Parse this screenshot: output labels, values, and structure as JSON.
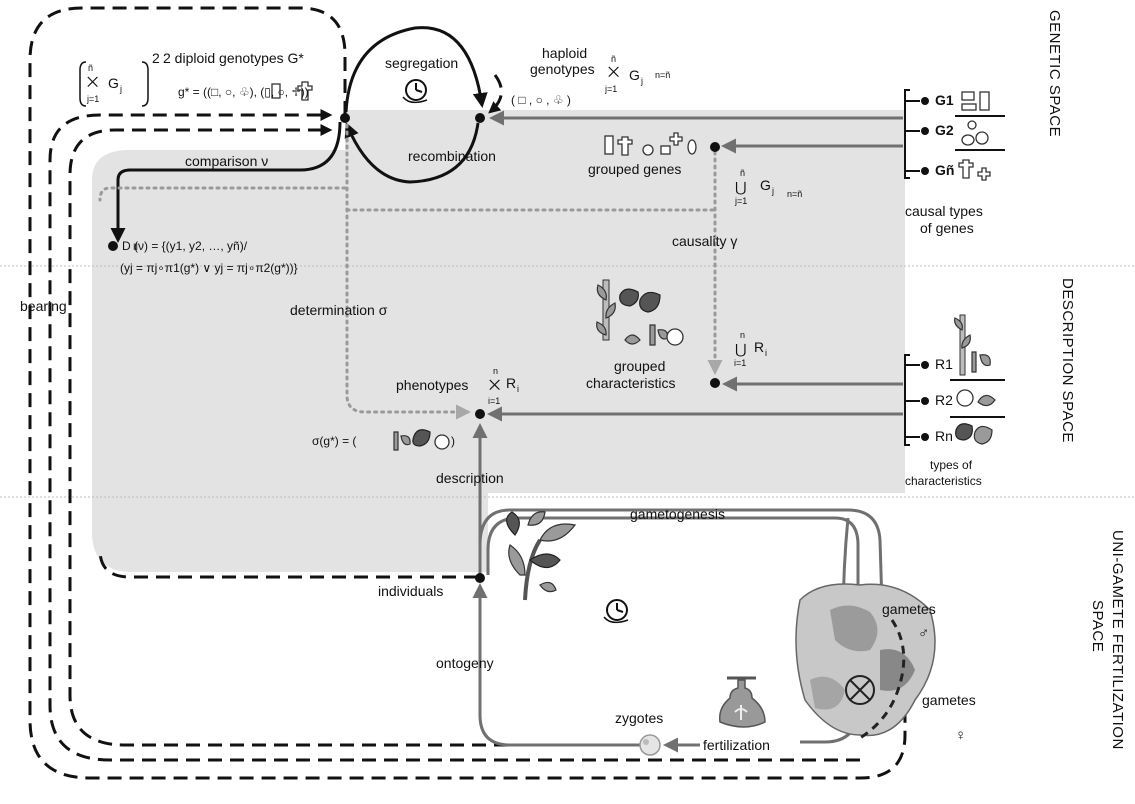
{
  "spaces": {
    "genetic": "GENETIC SPACE",
    "description": "DESCRIPTION SPACE",
    "fertilization_line1": "UNI-GAMETE FERTILIZATION",
    "fertilization_line2": "SPACE"
  },
  "genetic": {
    "diploid_label": "2 diploid genotypes G*",
    "g_star_def": "g* = ((□, ○, ♧), (▯, ○, ♱))",
    "segregation": "segregation",
    "recombination": "recombination",
    "haploid_line1": "haploid",
    "haploid_line2": "genotypes",
    "haploid_tuple": "( □ , ○ , ♧ )",
    "grouped_genes": "grouped genes",
    "causal_types_line1": "causal types",
    "causal_types_line2": "of genes",
    "gene_types": [
      "G1",
      "G2",
      "Gñ"
    ],
    "comparison": "comparison ν",
    "d_set_line1": "D (ν) = {(y1, y2, …, yñ)/",
    "d_set_line2": "(yj = πj∘π1(g*) ∨ yj = πj∘π2(g*))}",
    "causality": "causality γ",
    "n_eq": "n=ñ"
  },
  "description": {
    "determination": "determination σ",
    "bearing": "bearing",
    "grouped_char_line1": "grouped",
    "grouped_char_line2": "characteristics",
    "phenotypes": "phenotypes",
    "sigma_def": "σ(g*) = (",
    "types_char_line1": "types of",
    "types_char_line2": "characteristics",
    "char_types": [
      "R1",
      "R2",
      "Rn"
    ],
    "description_label": "description"
  },
  "fertilization": {
    "gametogenesis": "gametogenesis",
    "individuals": "individuals",
    "gametes_male": "gametes",
    "gametes_female": "gametes",
    "ontogeny": "ontogeny",
    "zygotes": "zygotes",
    "fertilization": "fertilization"
  }
}
